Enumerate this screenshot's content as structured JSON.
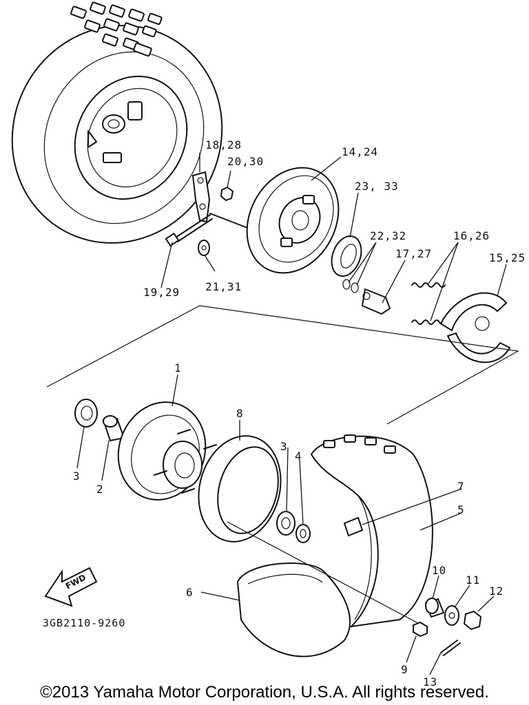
{
  "diagram_code": "3GB2110-9260",
  "fwd_label": "FWD",
  "copyright": "©2013 Yamaha Motor Corporation, U.S.A. All rights reserved.",
  "callouts": {
    "c1": "1",
    "c2": "2",
    "c3a": "3",
    "c3b": "3",
    "c4": "4",
    "c5": "5",
    "c6": "6",
    "c7": "7",
    "c8": "8",
    "c9": "9",
    "c10": "10",
    "c11": "11",
    "c12": "12",
    "c13": "13",
    "c14_24": "14,24",
    "c15_25": "15,25",
    "c16_26": "16,26",
    "c17_27": "17,27",
    "c18_28": "18,28",
    "c19_29": "19,29",
    "c20_30": "20,30",
    "c21_31": "21,31",
    "c22_32": "22,32",
    "c23_33": "23, 33"
  }
}
